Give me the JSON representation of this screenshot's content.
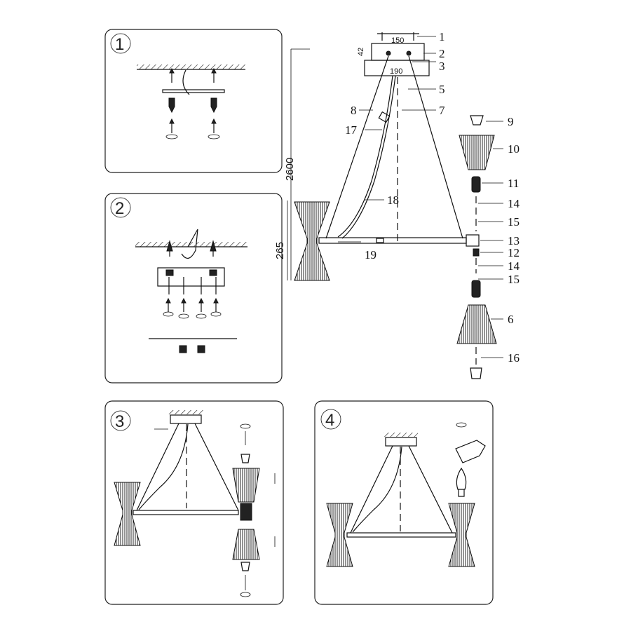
{
  "steps": [
    "1",
    "2",
    "3",
    "4"
  ],
  "dimensions": {
    "canopy_width": "150",
    "canopy_height": "42",
    "plate_width": "190",
    "total_height": "2600",
    "shade_height": "265"
  },
  "callouts": {
    "p1": "1",
    "p2": "2",
    "p3": "3",
    "p5": "5",
    "p7": "7",
    "p8": "8",
    "p17": "17",
    "p18": "18",
    "p19": "19",
    "p9": "9",
    "p10": "10",
    "p11": "11",
    "p14a": "14",
    "p15a": "15",
    "p13": "13",
    "p12": "12",
    "p14b": "14",
    "p15b": "15",
    "p6": "6",
    "p16": "16"
  }
}
